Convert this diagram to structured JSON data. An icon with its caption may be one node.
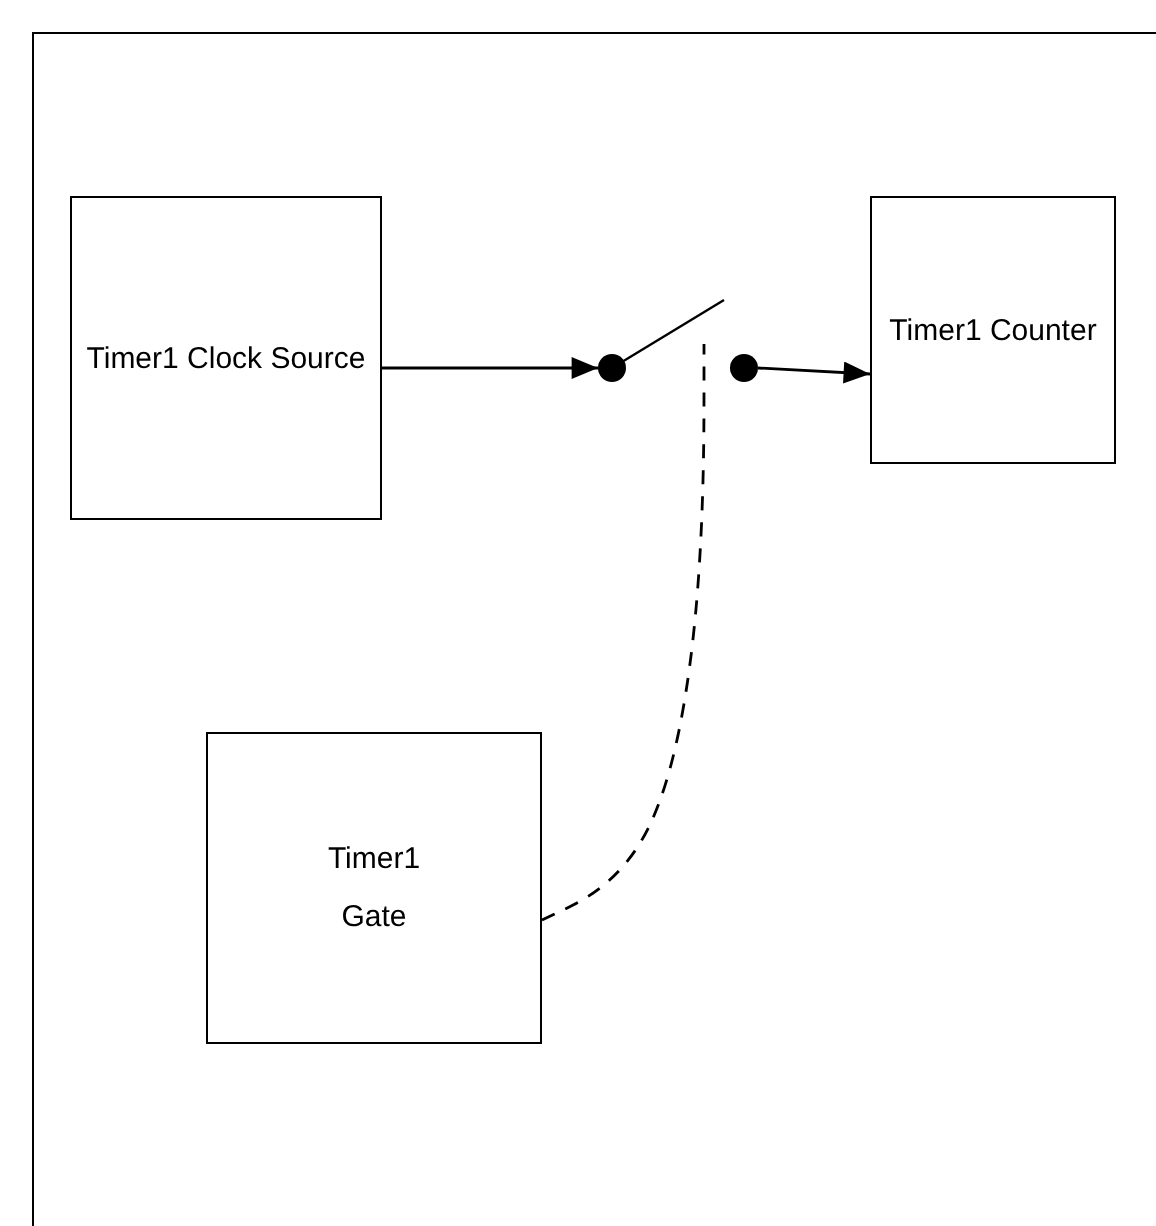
{
  "diagram": {
    "nodes": [
      {
        "text": [
          "Timer1 Clock Source"
        ]
      },
      {
        "text": [
          "Timer1 Counter"
        ]
      },
      {
        "text": [
          "Timer1 Gate"
        ]
      },
      {
        "text": [],
        "shape": "switch"
      }
    ],
    "edges": [
      {
        "from": 0,
        "to": 3,
        "arrow": "to"
      },
      {
        "from": 3,
        "to": 1,
        "arrow": "to"
      },
      {
        "from": 2,
        "to": 3,
        "arrow": "none",
        "style": "dashed"
      }
    ]
  }
}
